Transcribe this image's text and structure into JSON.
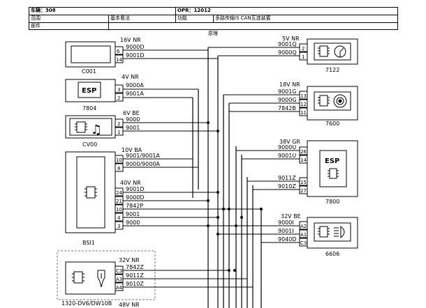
{
  "header": {
    "vehicle": "车辆：308",
    "opr": "OPR：12012",
    "scope_label": "范围",
    "scope_value": "基本看法",
    "function_label": "功能",
    "function_value": "多路传输IS CAN互连装置",
    "component_label": "部件",
    "diagram_label": "原理"
  },
  "components": {
    "c001": {
      "label": "C001",
      "wire_spec": "16V NR",
      "pins": [
        {
          "num": "6",
          "wire": "9000D"
        },
        {
          "num": "14",
          "wire": "9001D"
        }
      ]
    },
    "esp_7804": {
      "label": "7804",
      "badge": "ESP",
      "wire_spec": "4V NR",
      "pins": [
        {
          "num": "3",
          "wire": "9000A"
        },
        {
          "num": "2",
          "wire": "9001A"
        }
      ]
    },
    "cv00": {
      "label": "CV00",
      "wire_spec": "6V BE",
      "pins": [
        {
          "num": "2",
          "wire": "9000"
        },
        {
          "num": "1",
          "wire": "9001"
        }
      ]
    },
    "bsi1": {
      "label": "BSI1",
      "group_a": {
        "wire_spec": "10V BA",
        "pins": [
          {
            "num": "10",
            "wire": "9001/9001A"
          },
          {
            "num": "8",
            "wire": "9000/9000A"
          }
        ]
      },
      "group_b": {
        "wire_spec": "40V NR",
        "pins": [
          {
            "num": "24",
            "wire": "9001D"
          },
          {
            "num": "21",
            "wire": "9000D"
          },
          {
            "num": "10",
            "wire": "7842P"
          },
          {
            "num": "4",
            "wire": "9001"
          },
          {
            "num": "3",
            "wire": "9000"
          }
        ]
      }
    },
    "ecu_1320": {
      "label": "1320-DV6/DW10B",
      "wire_spec": "32V NR",
      "pins": [
        {
          "num": "C3",
          "wire": "7842Z"
        },
        {
          "num": "A3",
          "wire": "9011Z"
        },
        {
          "num": "A4",
          "wire": "9010Z"
        }
      ],
      "next_spec": "48V NR"
    },
    "c7122": {
      "label": "7122",
      "wire_spec": "5V NR",
      "pins": [
        {
          "num": "2",
          "wire": "9001Q"
        },
        {
          "num": "1",
          "wire": "9000Q"
        }
      ]
    },
    "c7600": {
      "label": "7600",
      "wire_spec": "18V NR",
      "pins": [
        {
          "num": "13",
          "wire": "9001G"
        },
        {
          "num": "12",
          "wire": "9000G"
        },
        {
          "num": "11",
          "wire": "7842B"
        }
      ]
    },
    "esp_7800": {
      "label": "7800",
      "badge": "ESP",
      "wire_spec": "38V GR",
      "pins": [
        {
          "num": "26",
          "wire": "9000U"
        },
        {
          "num": "14",
          "wire": "9001U"
        },
        {
          "num": "15",
          "wire": "9011Z"
        },
        {
          "num": "27",
          "wire": "9010Z"
        }
      ]
    },
    "c6606": {
      "label": "6606",
      "wire_spec": "32V BE",
      "pins": [
        {
          "num": "A2",
          "wire": "9000I"
        },
        {
          "num": "A1",
          "wire": "9001I"
        },
        {
          "num": "C3",
          "wire": "9040D"
        }
      ]
    }
  },
  "icons": [
    "chip-icon",
    "esp-badge-icon",
    "music-note-icon",
    "gauge-icon",
    "disc-icon",
    "headlamp-icon",
    "injector-icon"
  ],
  "colors": {
    "line": "#000000",
    "text": "#000000",
    "box": "#000000",
    "dashed": "#777777"
  }
}
